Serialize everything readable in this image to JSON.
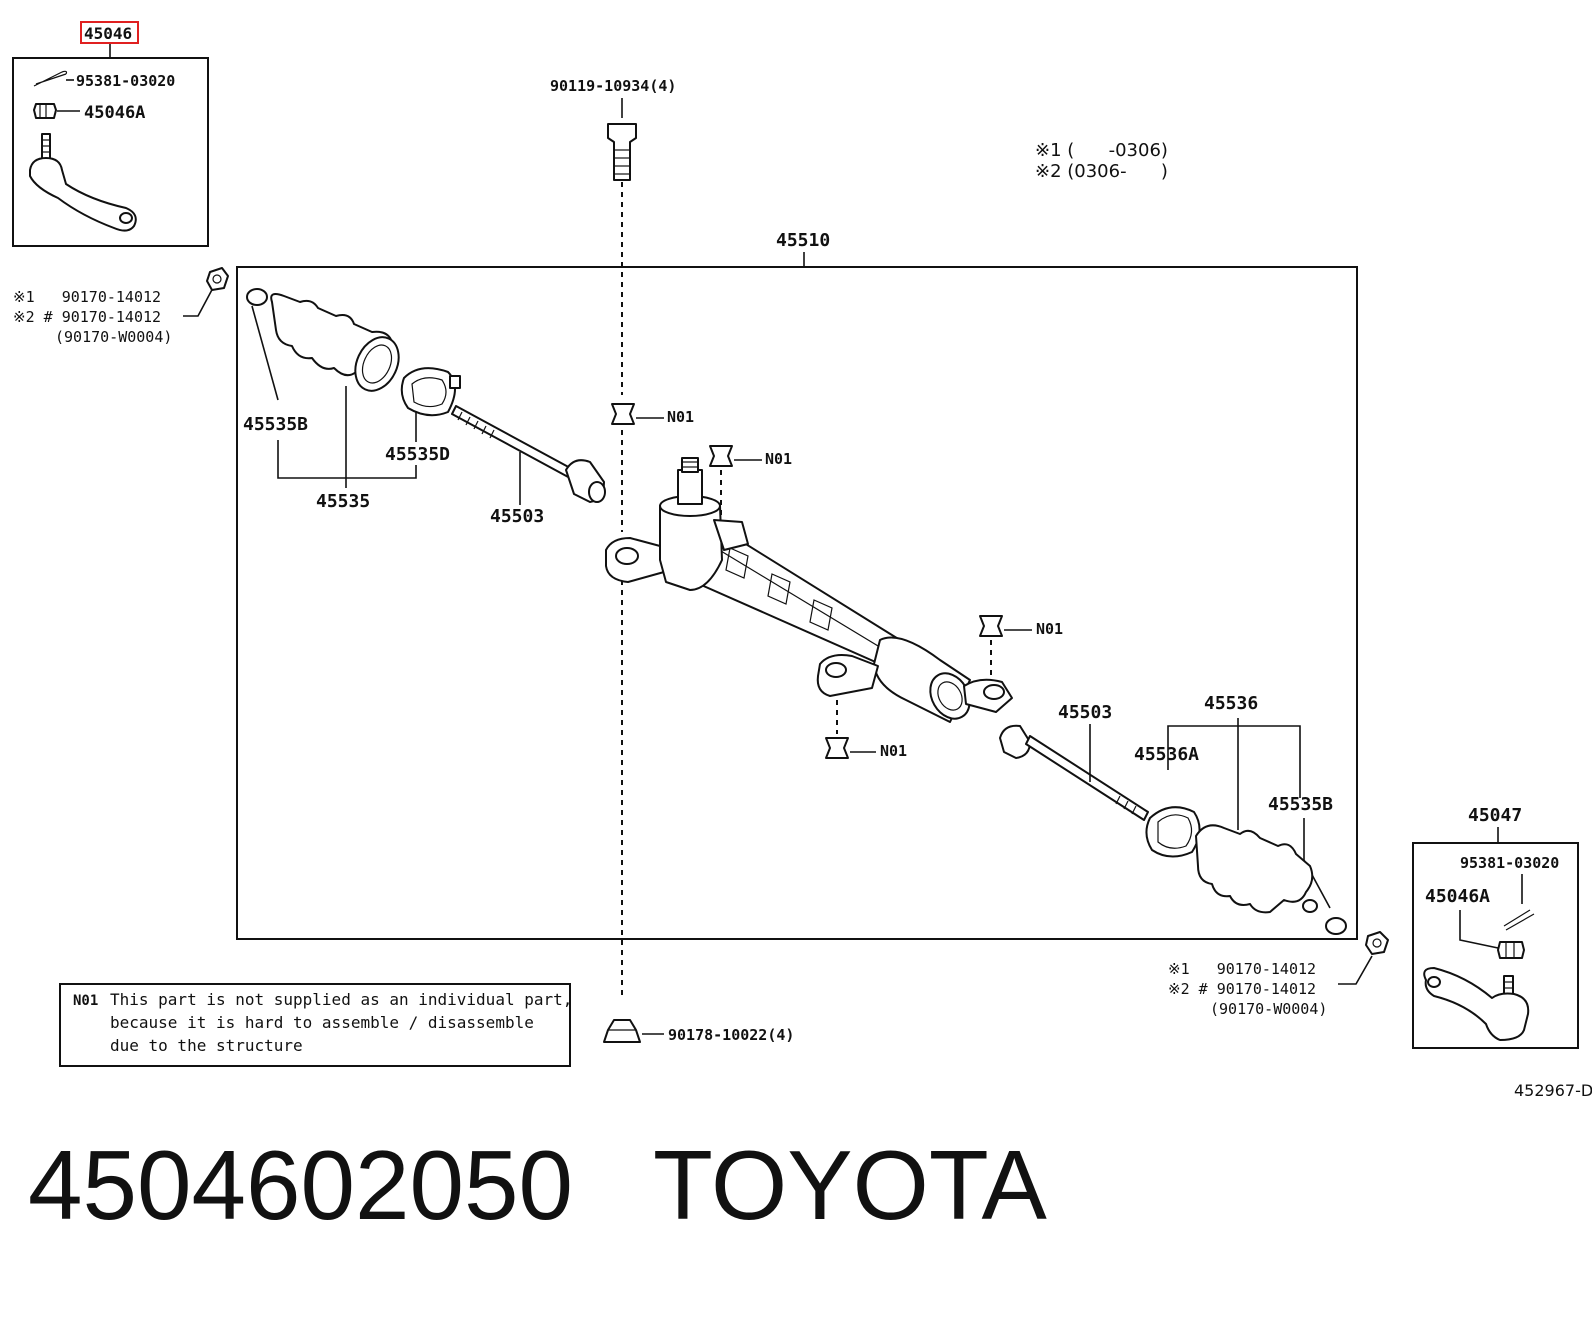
{
  "diagram": {
    "labels": {
      "group_left": "45046",
      "cotter_pin_left": "95381-03020",
      "nut_left": "45046A",
      "bolt": "90119-10934(4)",
      "legend_1": "※1 (      -0306)",
      "legend_2": "※2 (0306-      )",
      "gear_assembly": "45510",
      "washer_left_1": "※1   90170-14012",
      "washer_left_2": "※2 # 90170-14012",
      "washer_left_3": "(90170-W0004)",
      "boot_clamp_left": "45535B",
      "boot_band_left": "45535D",
      "boot_left": "45535",
      "rod_left": "45503",
      "note_code_1": "N01",
      "note_code_2": "N01",
      "note_code_3": "N01",
      "note_code_4": "N01",
      "rod_right": "45503",
      "boot_right": "45536",
      "boot_band_right": "45536A",
      "boot_clamp_right": "45535B",
      "group_right": "45047",
      "cotter_pin_right": "95381-03020",
      "nut_right": "45046A",
      "washer_right_1": "※1   90170-14012",
      "washer_right_2": "※2 # 90170-14012",
      "washer_right_3": "(90170-W0004)",
      "nut_bottom": "90178-10022(4)",
      "diagram_id": "452967-D"
    },
    "note": {
      "code": "N01",
      "line1": "This part is not supplied as an individual part,",
      "line2": "because it is hard to assemble / disassemble",
      "line3": "due to the structure"
    },
    "highlight_color": "#e02020"
  },
  "caption": "4504602050   TOYOTA"
}
